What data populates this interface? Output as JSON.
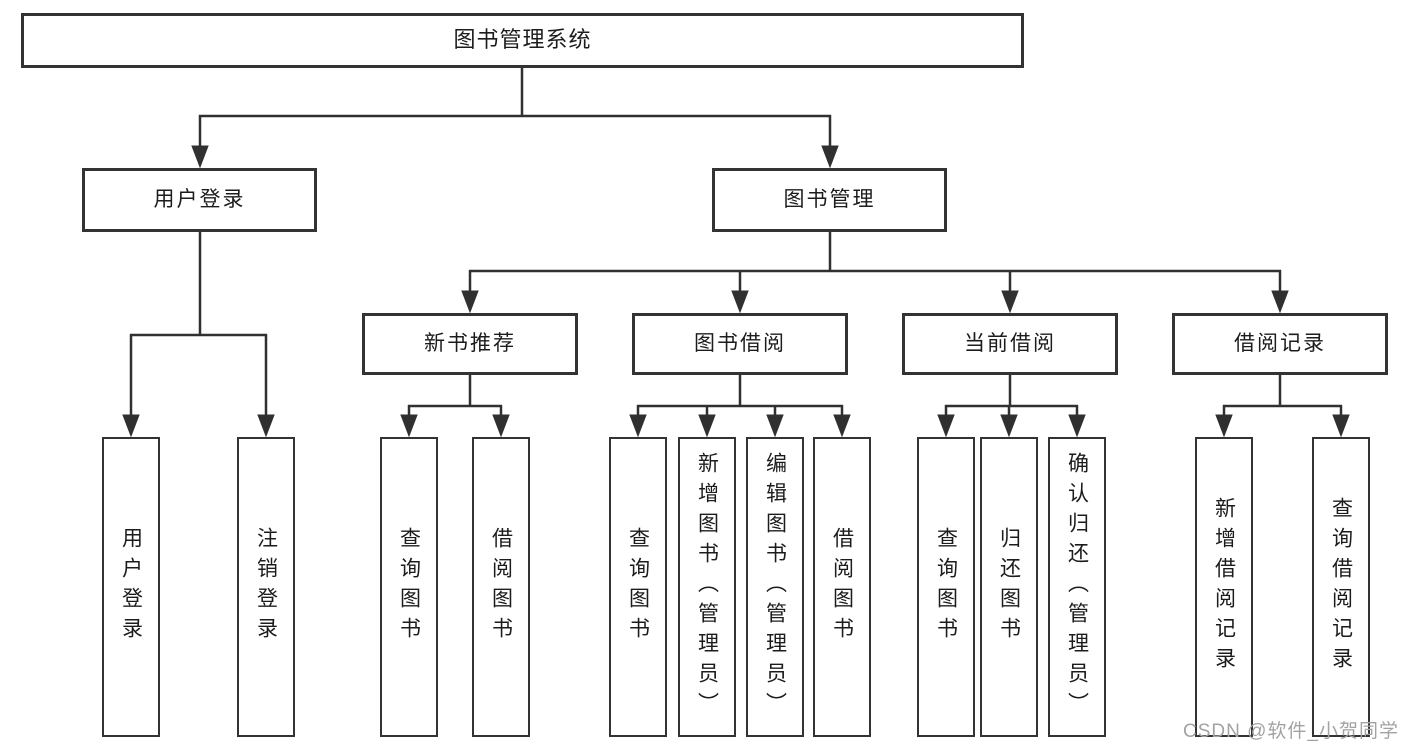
{
  "diagram": {
    "root": {
      "label": "图书管理系统"
    },
    "login": {
      "label": "用户登录",
      "children": [
        {
          "label": "用户登录"
        },
        {
          "label": "注销登录"
        }
      ]
    },
    "manage": {
      "label": "图书管理"
    },
    "sections": [
      {
        "label": "新书推荐",
        "children": [
          {
            "label": "查询图书"
          },
          {
            "label": "借阅图书"
          }
        ]
      },
      {
        "label": "图书借阅",
        "children": [
          {
            "label": "查询图书"
          },
          {
            "label": "新增图书（管理员）"
          },
          {
            "label": "编辑图书（管理员）"
          },
          {
            "label": "借阅图书"
          }
        ]
      },
      {
        "label": "当前借阅",
        "children": [
          {
            "label": "查询图书"
          },
          {
            "label": "归还图书"
          },
          {
            "label": "确认归还（管理员）"
          }
        ]
      },
      {
        "label": "借阅记录",
        "children": [
          {
            "label": "新增借阅记录"
          },
          {
            "label": "查询借阅记录"
          }
        ]
      }
    ],
    "watermark": "CSDN @软件_小贺同学",
    "colors": {
      "line": "#303030",
      "box_border": "#333333",
      "text": "#1c1c1c",
      "watermark": "#a3a3a3",
      "background": "#ffffff"
    }
  }
}
